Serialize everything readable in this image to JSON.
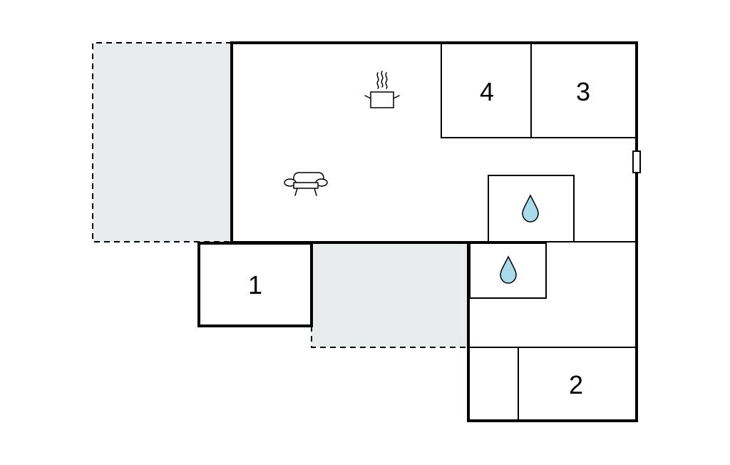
{
  "rooms": [
    {
      "id": "room-1",
      "label": "1"
    },
    {
      "id": "room-2",
      "label": "2"
    },
    {
      "id": "room-3",
      "label": "3"
    },
    {
      "id": "room-4",
      "label": "4"
    }
  ],
  "icons": {
    "kitchen": "cooking-pot-icon",
    "living": "sofa-icon",
    "bathroom_upper": "water-drop-icon",
    "bathroom_lower": "water-drop-icon",
    "entrance": "door-icon"
  },
  "colors": {
    "wall": "#000000",
    "terrace_fill": "#e9ecec",
    "water_drop": "#a8dcec"
  }
}
